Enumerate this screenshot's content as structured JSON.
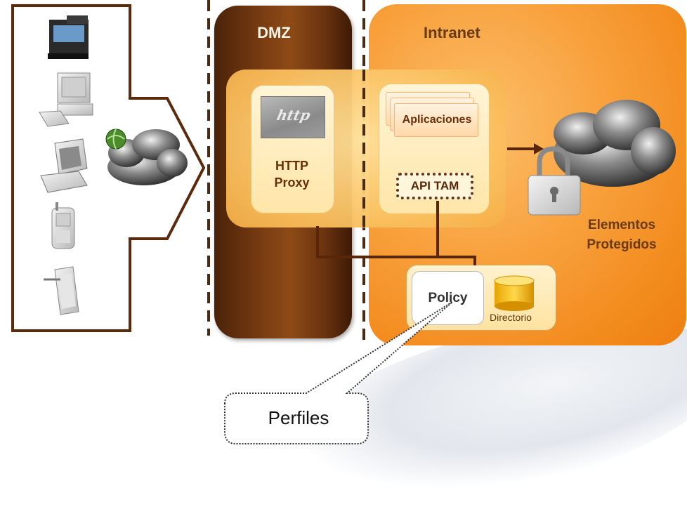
{
  "zones": {
    "dmz": "DMZ",
    "intranet": "Intranet"
  },
  "proxy": {
    "image_text": "http",
    "line1": "HTTP",
    "line2": "Proxy"
  },
  "apps": {
    "label": "Aplicaciones",
    "api": "API TAM"
  },
  "policy": {
    "label": "Policy",
    "directory": "Directorio"
  },
  "protected": {
    "line1": "Elementos",
    "line2": "Protegidos"
  },
  "callout": {
    "label": "Perfiles"
  },
  "devices": [
    "atm-icon",
    "desktop-computer-icon",
    "laptop-icon",
    "mobile-phone-icon",
    "pda-icon"
  ],
  "colors": {
    "dmz": "#7a3c12",
    "intranet": "#f8a03c",
    "connector": "#5a2608",
    "arrow_outline": "#5a2a0c"
  }
}
